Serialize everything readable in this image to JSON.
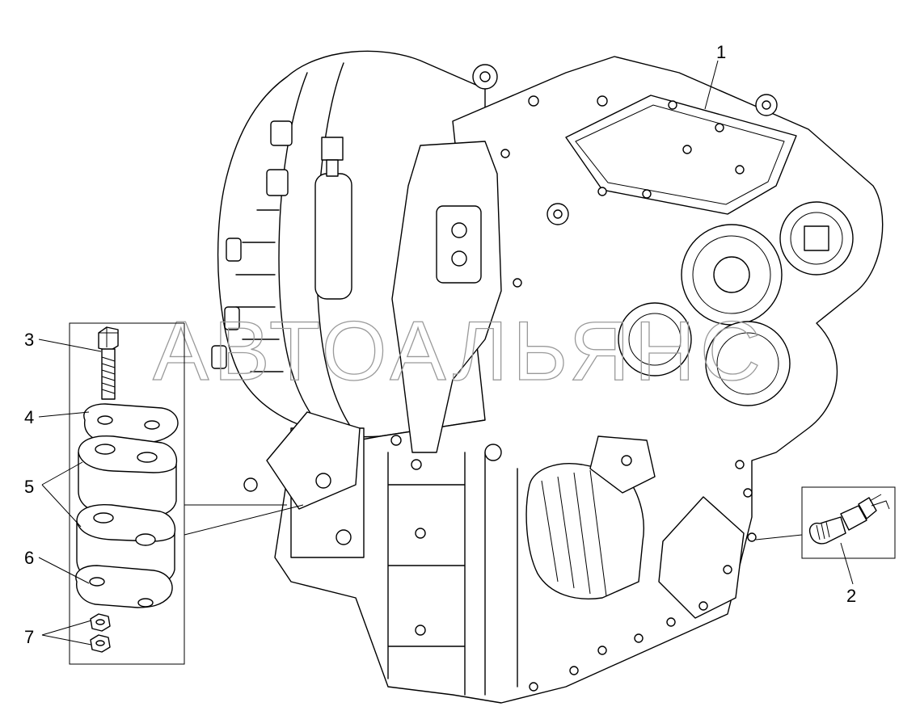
{
  "watermark": "АВТОАЛЬЯНС",
  "callouts": [
    {
      "id": "1",
      "label": "1"
    },
    {
      "id": "2",
      "label": "2"
    },
    {
      "id": "3",
      "label": "3"
    },
    {
      "id": "4",
      "label": "4"
    },
    {
      "id": "5",
      "label": "5"
    },
    {
      "id": "6",
      "label": "6"
    },
    {
      "id": "7",
      "label": "7"
    }
  ]
}
